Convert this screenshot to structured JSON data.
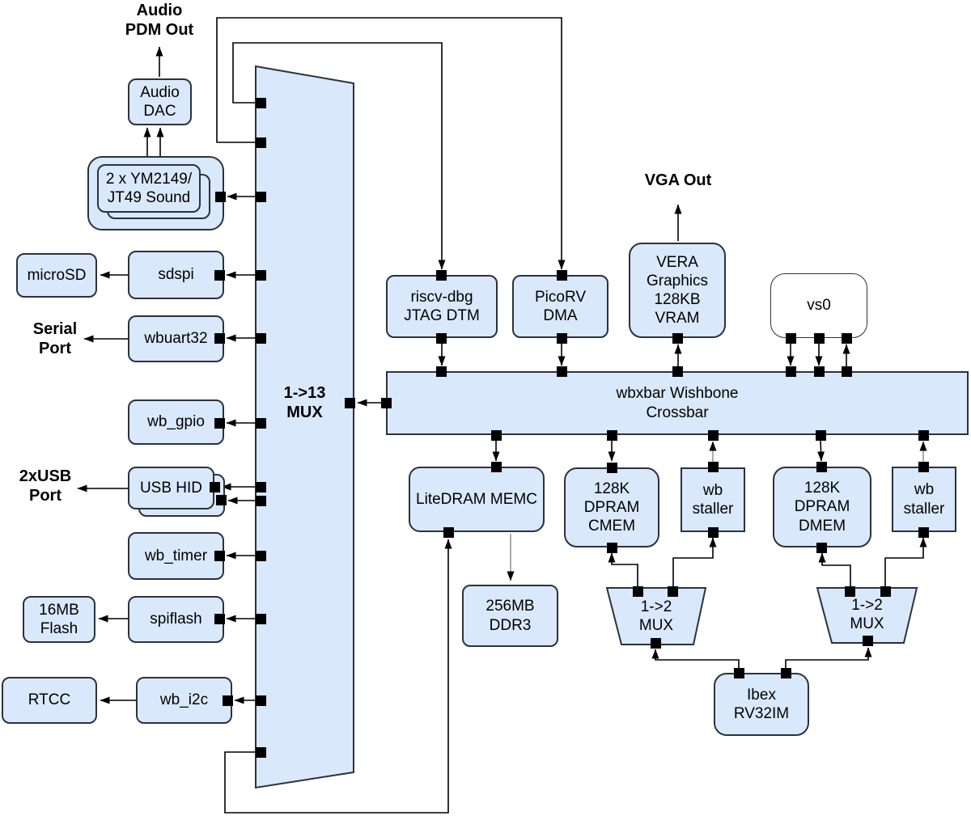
{
  "colors": {
    "box_fill": "#dae8fc",
    "box_stroke": "#2b323b",
    "line": "#000000",
    "gray_line": "#8a8a8a",
    "port": "#000000",
    "text": "#000000"
  },
  "labels": {
    "audio_pdm_out": "Audio\nPDM Out",
    "audio_dac": "Audio\nDAC",
    "sound": "2 x YM2149/\nJT49 Sound",
    "microsd": "microSD",
    "sdspi": "sdspi",
    "serial_port": "Serial\nPort",
    "wbuart32": "wbuart32",
    "wb_gpio": "wb_gpio",
    "usb_port": "2xUSB\nPort",
    "usb_hid": "USB HID",
    "wb_timer": "wb_timer",
    "flash16": "16MB\nFlash",
    "spiflash": "spiflash",
    "rtcc": "RTCC",
    "wb_i2c": "wb_i2c",
    "mux13": "1->13\nMUX",
    "riscv_dbg": "riscv-dbg\nJTAG DTM",
    "picorv": "PicoRV\nDMA",
    "vga_out": "VGA Out",
    "vera": "VERA\nGraphics\n128KB\nVRAM",
    "vs0": "vs0",
    "crossbar": "wbxbar Wishbone\nCrossbar",
    "litedram": "LiteDRAM MEMC",
    "ddr3": "256MB\nDDR3",
    "cmem": "128K\nDPRAM\nCMEM",
    "wb_staller_1": "wb\nstaller",
    "dmem": "128K\nDPRAM\nDMEM",
    "wb_staller_2": "wb\nstaller",
    "mux12_left": "1->2\nMUX",
    "mux12_right": "1->2\nMUX",
    "ibex": "Ibex\nRV32IM"
  }
}
